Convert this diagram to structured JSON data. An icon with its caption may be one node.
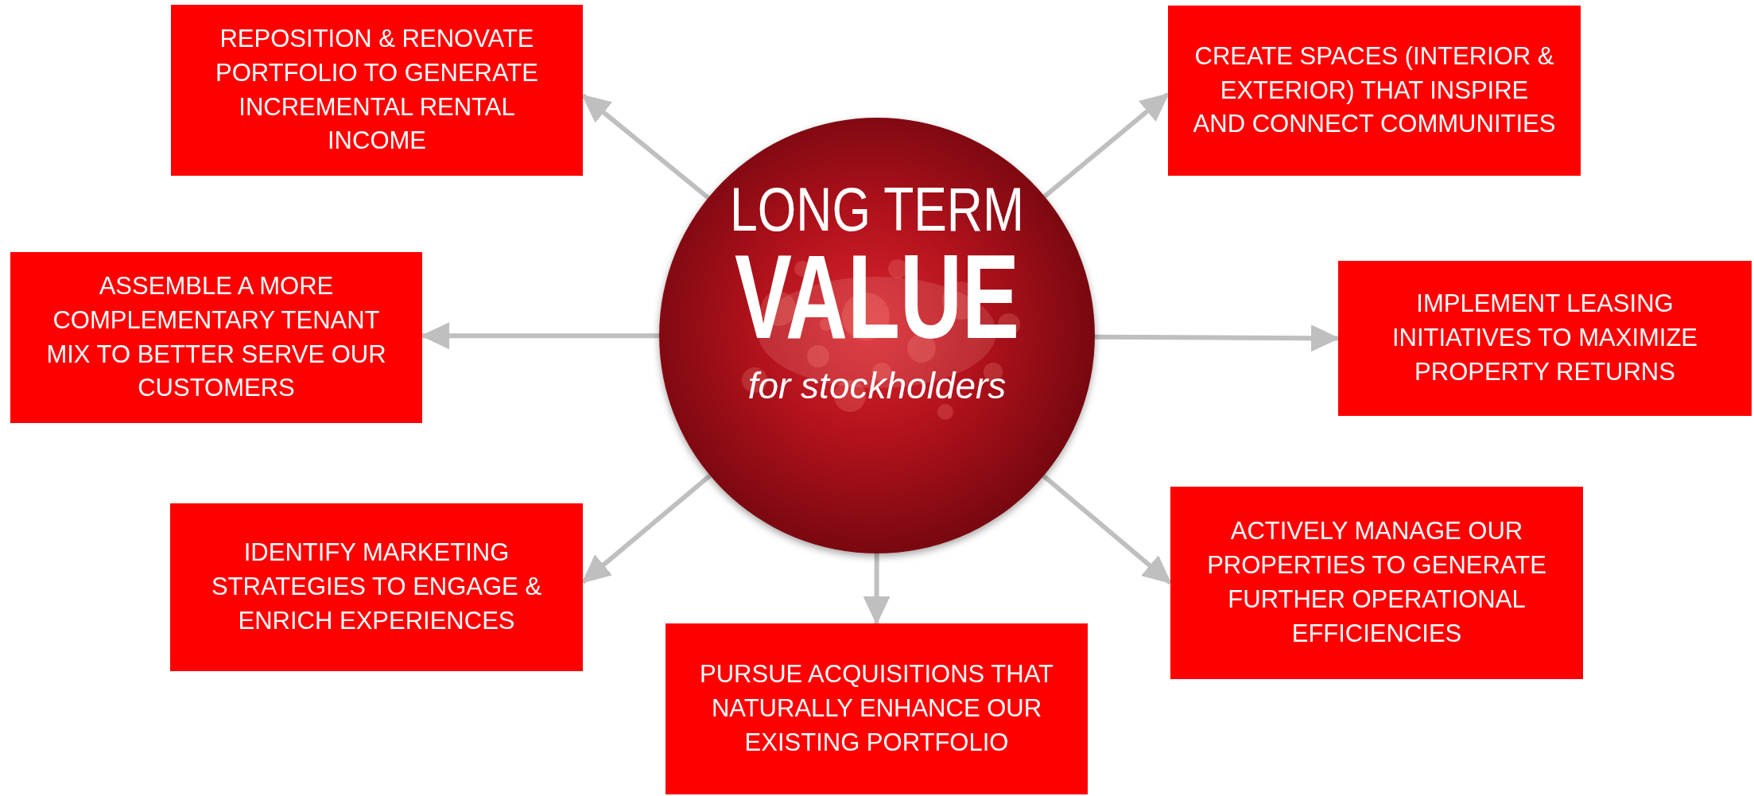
{
  "diagram": {
    "nodes": [
      {
        "text": [
          "LONG TERM",
          "VALUE",
          "for stockholders"
        ]
      },
      {
        "text": [
          "REPOSITION & RENOVATE PORTFOLIO TO GENERATE INCREMENTAL RENTAL INCOME"
        ]
      },
      {
        "text": [
          "CREATE SPACES (INTERIOR & EXTERIOR) THAT INSPIRE AND CONNECT COMMUNITIES"
        ]
      },
      {
        "text": [
          "ASSEMBLE A MORE COMPLEMENTARY TENANT MIX TO BETTER SERVE OUR CUSTOMERS"
        ]
      },
      {
        "text": [
          "IMPLEMENT LEASING INITIATIVES TO MAXIMIZE PROPERTY RETURNS"
        ]
      },
      {
        "text": [
          "IDENTIFY MARKETING STRATEGIES TO ENGAGE & ENRICH EXPERIENCES"
        ]
      },
      {
        "text": [
          "PURSUE ACQUISITIONS THAT NATURALLY ENHANCE OUR EXISTING PORTFOLIO"
        ]
      },
      {
        "text": [
          "ACTIVELY MANAGE OUR PROPERTIES TO GENERATE FURTHER OPERATIONAL EFFICIENCIES"
        ]
      }
    ],
    "edges": [
      {
        "from": 0,
        "to": 1,
        "arrow": "to"
      },
      {
        "from": 0,
        "to": 2,
        "arrow": "to"
      },
      {
        "from": 0,
        "to": 3,
        "arrow": "to"
      },
      {
        "from": 0,
        "to": 4,
        "arrow": "to"
      },
      {
        "from": 0,
        "to": 5,
        "arrow": "to"
      },
      {
        "from": 0,
        "to": 6,
        "arrow": "to"
      },
      {
        "from": 0,
        "to": 7,
        "arrow": "to"
      }
    ]
  }
}
